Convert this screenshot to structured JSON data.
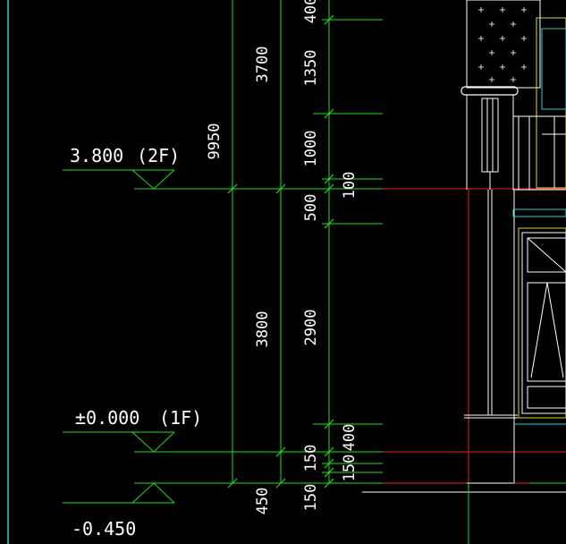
{
  "colors": {
    "background": "#000000",
    "dimension_line": "#22dd22",
    "text": "#ffffff",
    "axis_line": "#ee2222",
    "frame_cyan": "#22cccc",
    "frame_yellow": "#dddd22"
  },
  "levels": {
    "second_floor": {
      "elevation": "3.800",
      "tag": "(2F)"
    },
    "first_floor": {
      "elevation": "±0.000",
      "tag": "(1F)"
    },
    "ground": {
      "elevation": "-0.450"
    }
  },
  "dimensions": {
    "overall": "9950",
    "chain_floor": [
      "3700",
      "3800",
      "450"
    ],
    "chain_detail": [
      "400",
      "1350",
      "1000",
      "100",
      "500",
      "2900",
      "400",
      "150",
      "150",
      "150"
    ]
  }
}
